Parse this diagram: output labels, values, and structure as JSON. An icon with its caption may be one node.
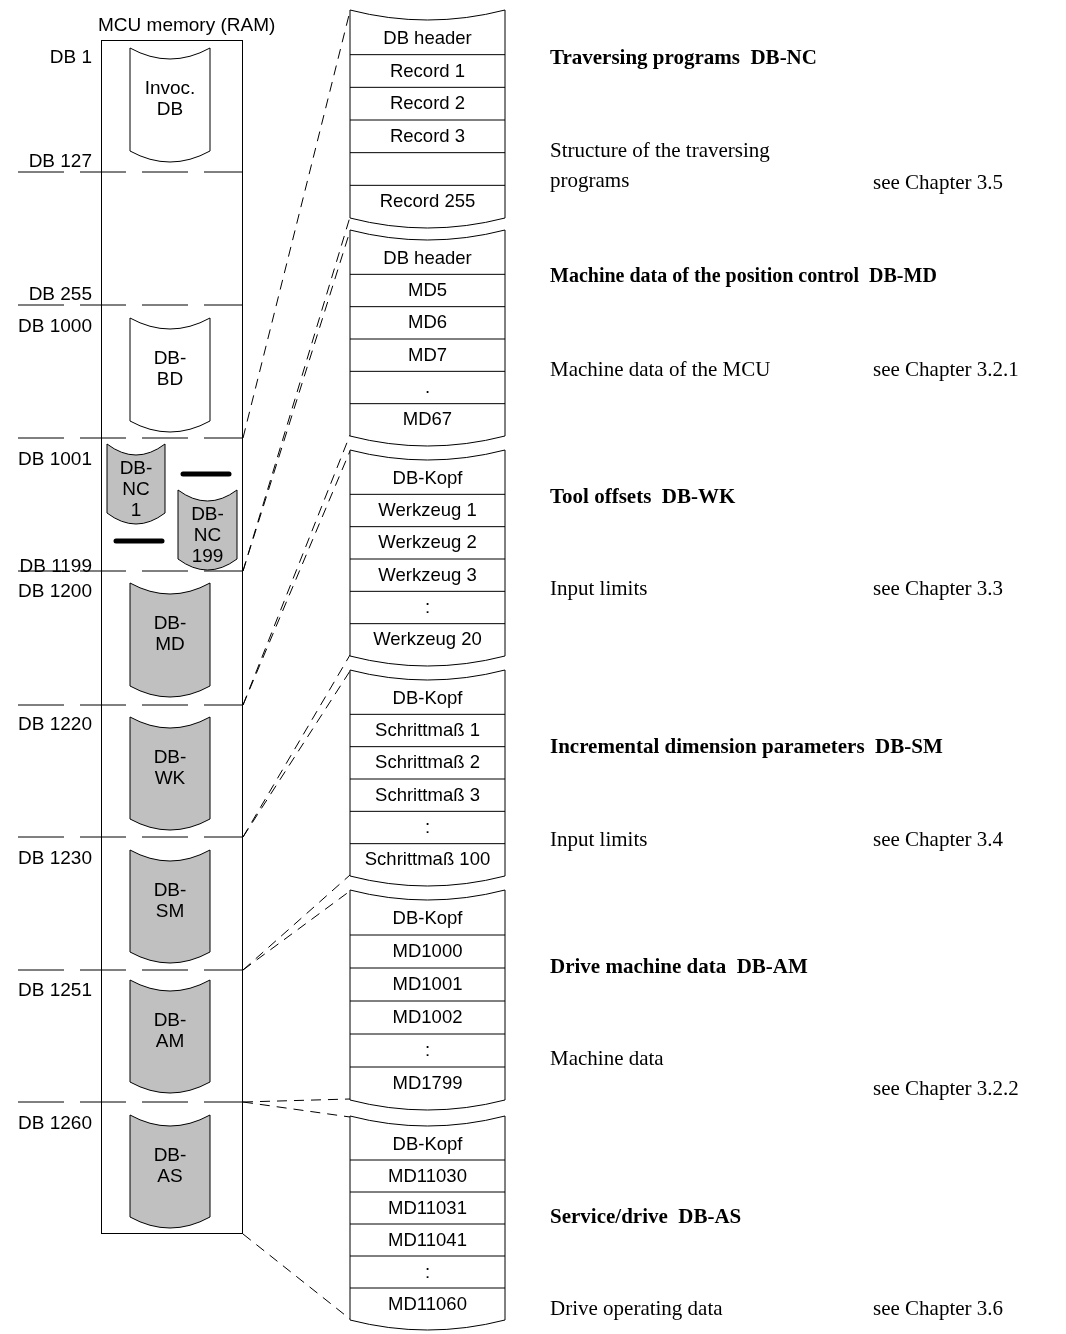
{
  "diagram": {
    "nodes": [
      {
        "text": [
          "MCU memory (RAM)"
        ]
      },
      {
        "text": [
          "Invoc. DB"
        ],
        "in": 0
      },
      {
        "text": [
          "DB-BD"
        ],
        "in": 0
      },
      {
        "text": [
          "DB-NC 1"
        ],
        "in": 0
      },
      {
        "text": [
          "DB-NC 199"
        ],
        "in": 0
      },
      {
        "text": [
          "DB-MD"
        ],
        "in": 0
      },
      {
        "text": [
          "DB-WK"
        ],
        "in": 0
      },
      {
        "text": [
          "DB-SM"
        ],
        "in": 0
      },
      {
        "text": [
          "DB-AM"
        ],
        "in": 0
      },
      {
        "text": [
          "DB-AS"
        ],
        "in": 0
      },
      {
        "text": [
          "DB header",
          "Record 1",
          "Record 2",
          "Record 3",
          "Record 255"
        ]
      },
      {
        "text": [
          "DB header",
          "MD5",
          "MD6",
          "MD7",
          ".",
          "MD67"
        ]
      },
      {
        "text": [
          "DB-Kopf",
          "Werkzeug 1",
          "Werkzeug 2",
          "Werkzeug 3",
          ":",
          "Werkzeug 20"
        ]
      },
      {
        "text": [
          "DB-Kopf",
          "Schrittmaß 1",
          "Schrittmaß 2",
          "Schrittmaß 3",
          ":",
          "Schrittmaß 100"
        ]
      },
      {
        "text": [
          "DB-Kopf",
          "MD1000",
          "MD1001",
          "MD1002",
          ":",
          "MD1799"
        ]
      },
      {
        "text": [
          "DB-Kopf",
          "MD11030",
          "MD11031",
          "MD11041",
          ":",
          "MD11060"
        ]
      }
    ],
    "edges": [
      {
        "from": 0,
        "to": 10,
        "arrow": "none",
        "style": "dashed"
      },
      {
        "from": 0,
        "to": 10,
        "arrow": "none",
        "style": "dashed"
      },
      {
        "from": 0,
        "to": 11,
        "arrow": "none",
        "style": "dashed"
      },
      {
        "from": 0,
        "to": 11,
        "arrow": "none",
        "style": "dashed"
      },
      {
        "from": 0,
        "to": 12,
        "arrow": "none",
        "style": "dashed"
      },
      {
        "from": 0,
        "to": 12,
        "arrow": "none",
        "style": "dashed"
      },
      {
        "from": 0,
        "to": 13,
        "arrow": "none",
        "style": "dashed"
      },
      {
        "from": 0,
        "to": 13,
        "arrow": "none",
        "style": "dashed"
      },
      {
        "from": 0,
        "to": 14,
        "arrow": "none",
        "style": "dashed"
      },
      {
        "from": 0,
        "to": 14,
        "arrow": "none",
        "style": "dashed"
      },
      {
        "from": 0,
        "to": 15,
        "arrow": "none",
        "style": "dashed"
      },
      {
        "from": 0,
        "to": 15,
        "arrow": "none",
        "style": "dashed"
      }
    ],
    "labels": [
      "DB 1",
      "DB 127",
      "DB 255",
      "DB 1000",
      "DB 1001",
      "DB 1199",
      "DB 1200",
      "DB 1220",
      "DB 1230",
      "DB 1251",
      "DB 1260",
      "Traversing programs  DB-NC",
      "Structure of the traversing programs",
      "see Chapter 3.5",
      "Machine data of the position control  DB-MD",
      "Machine data of the MCU",
      "see Chapter 3.2.1",
      "Tool offsets  DB-WK",
      "Input limits",
      "see Chapter 3.3",
      "Incremental dimension parameters  DB-SM",
      "Input limits",
      "see Chapter 3.4",
      "Drive machine data  DB-AM",
      "Machine data",
      "see Chapter 3.2.2",
      "Service/drive  DB-AS",
      "Drive operating data",
      "see Chapter 3.6"
    ]
  }
}
